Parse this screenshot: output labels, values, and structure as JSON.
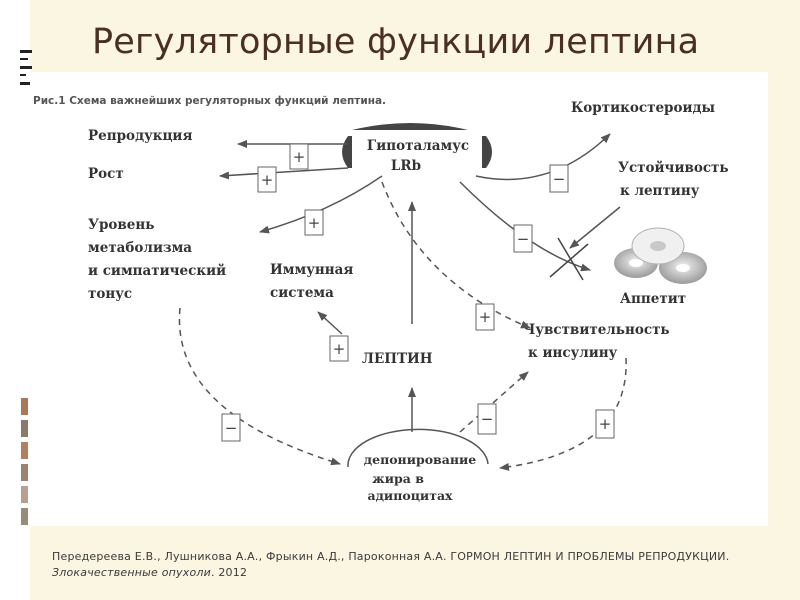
{
  "slide": {
    "title": "Регуляторные функции лептина"
  },
  "figure": {
    "caption": "Рис.1 Схема важнейших регуляторных функций лептина.",
    "hypothalamus": [
      "Гипоталамус",
      "LRb"
    ],
    "leptin": "ЛЕПТИН",
    "fat": [
      "депонирование",
      "жира в",
      "адипоцитах"
    ],
    "left_targets": {
      "reproduction": "Репродукция",
      "growth": "Рост",
      "metabolism": [
        "Уровень",
        "метаболизма",
        "и симпатический",
        "тонус"
      ]
    },
    "immune": [
      "Иммунная",
      "система"
    ],
    "corticosteroids": "Кортикостероиды",
    "resistance": [
      "Устойчивость",
      "к лептину"
    ],
    "appetite": "Аппетит",
    "insulin": [
      "Чувствительность",
      "к инсулину"
    ],
    "signs": {
      "plus": "+",
      "minus": "−"
    }
  },
  "citation": {
    "authors_title": "Передереева Е.В., Лушникова А.А., Фрыкин А.Д., Пароконная А.А. ГОРМОН ЛЕПТИН И ПРОБЛЕМЫ РЕПРОДУКЦИИ. ",
    "journal": "Злокачественные опухоли",
    "year": ". 2012"
  }
}
